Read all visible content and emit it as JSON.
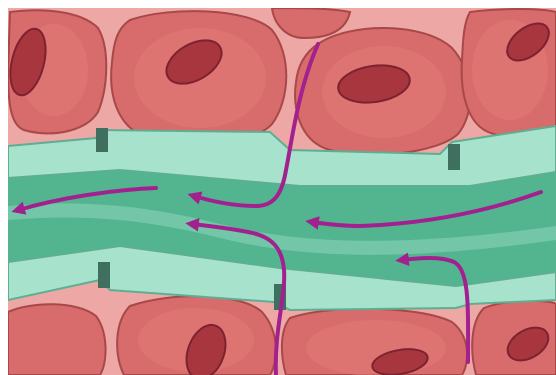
{
  "diagram": {
    "colors": {
      "background": "#ffffff",
      "interstitial_tissue": "#eda7a5",
      "cell_body": "#d86b6b",
      "cell_body_outline": "#a84848",
      "cell_inner_shade": "#e27c79",
      "nucleus": "#a8363e",
      "nucleus_outline": "#7d2230",
      "vessel_wall": "#a6e2cc",
      "vessel_wall_outline": "#5fae93",
      "wall_gap": "#3f6f5e",
      "lumen": "#52b590",
      "lumen_center_band": "#7ccbac",
      "arrow": "#a3218f"
    },
    "components": {
      "tissue_cells": "cells",
      "nuclei": "nuclei",
      "vessel": "vessel",
      "flow_arrows": "arrows"
    }
  }
}
